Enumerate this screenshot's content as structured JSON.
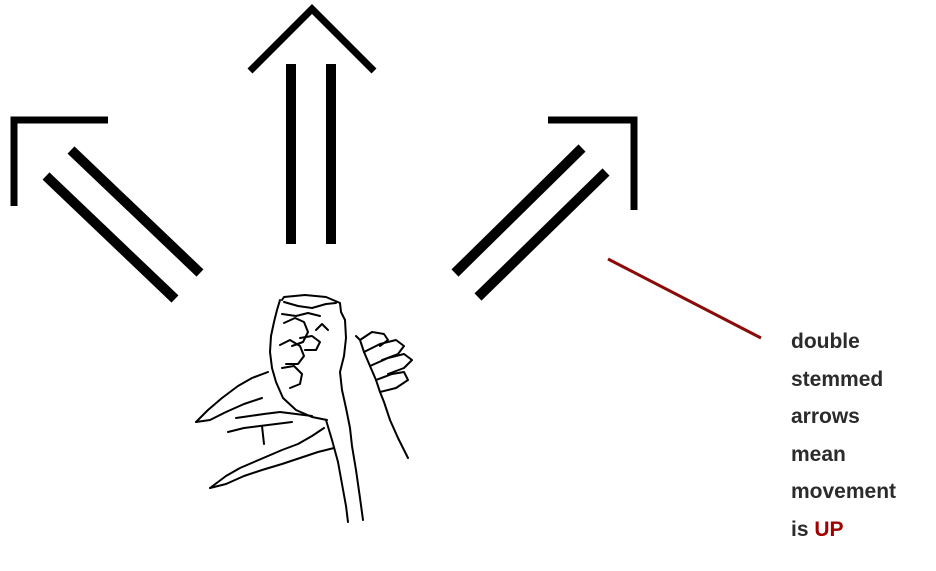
{
  "caption": {
    "lines": [
      "double",
      "stemmed",
      "arrows",
      "mean",
      "movement"
    ],
    "last_prefix": "is ",
    "last_highlight": "UP"
  },
  "colors": {
    "stroke": "#000000",
    "pointer": "#8b0a0a",
    "text": "#2b2b2b",
    "highlight": "#a00000"
  },
  "icons": {
    "arrows": "double-stemmed-arrow-icon",
    "hand": "sign-language-hand-illustration"
  }
}
